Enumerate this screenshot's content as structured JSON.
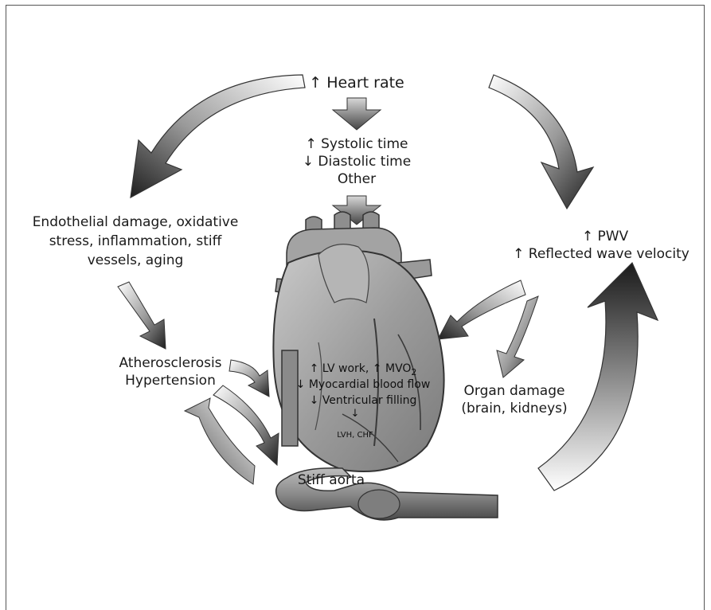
{
  "labels": {
    "heart_rate": "↑ Heart rate",
    "systolic": "↑ Systolic time",
    "diastolic": "↓ Diastolic time",
    "other": "Other",
    "endothelial_1": "Endothelial damage, oxidative",
    "endothelial_2": "stress, inflammation, stiff",
    "endothelial_3": "vessels, aging",
    "pwv": "↑ PWV",
    "reflected": "↑ Reflected wave velocity",
    "atherosclerosis": "Atherosclerosis",
    "hypertension": "Hypertension",
    "lv_work": "↑ LV work, ↑ MVO",
    "lv_work_sub": "2",
    "myocardial": "↓ Myocardial blood flow",
    "ventricular": "↓ Ventricular filling",
    "down_arrow": "↓",
    "lvh_chf": "LVH, CHF",
    "organ_1": "Organ damage",
    "organ_2": "(brain, kidneys)",
    "stiff_aorta": "Stiff aorta"
  }
}
